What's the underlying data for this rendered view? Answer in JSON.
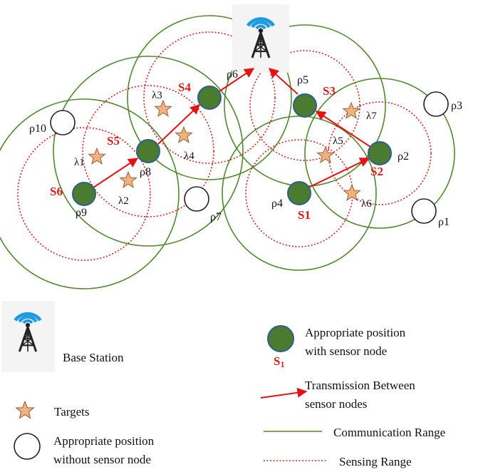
{
  "colors": {
    "comm_range": "#4e8a2e",
    "sense_range": "#d42020",
    "sensor_fill": "#4a7b2e",
    "sensor_stroke": "#2f5f8f",
    "arrow": "#e81010",
    "star_fill": "#f2b27f",
    "star_stroke": "#9a6a40",
    "signal": "#1e9be0",
    "label_red": "#e01b1b"
  },
  "icons": {
    "base_station": "antenna-tower-icon",
    "target": "star-icon",
    "empty_position": "empty-circle-icon",
    "sensor_node": "filled-circle-icon"
  },
  "sensors": [
    {
      "id": "S1",
      "sub": "1",
      "pos": "ρ4",
      "pos_sub": "4"
    },
    {
      "id": "S2",
      "sub": "2",
      "pos": "ρ2",
      "pos_sub": "2"
    },
    {
      "id": "S3",
      "sub": "3",
      "pos": "ρ5",
      "pos_sub": "5"
    },
    {
      "id": "S4",
      "sub": "4",
      "pos": "ρ6",
      "pos_sub": "6"
    },
    {
      "id": "S5",
      "sub": "5",
      "pos": "ρ8",
      "pos_sub": "8"
    },
    {
      "id": "S6",
      "sub": "6",
      "pos": "ρ9",
      "pos_sub": "9"
    }
  ],
  "empty_positions": [
    {
      "label": "ρ1",
      "sub": "1"
    },
    {
      "label": "ρ3",
      "sub": "3"
    },
    {
      "label": "ρ7",
      "sub": "7"
    },
    {
      "label": "ρ10",
      "sub": "10"
    }
  ],
  "targets": [
    {
      "label": "λ1",
      "sub": "1"
    },
    {
      "label": "λ2",
      "sub": "2"
    },
    {
      "label": "λ3",
      "sub": "3"
    },
    {
      "label": "λ4",
      "sub": "4"
    },
    {
      "label": "λ5",
      "sub": "5"
    },
    {
      "label": "λ6",
      "sub": "6"
    },
    {
      "label": "λ7",
      "sub": "7"
    }
  ],
  "legend": {
    "base_station": "Base Station",
    "targets": "Targets",
    "empty_line1": "Appropriate position",
    "empty_line2": "without sensor node",
    "sensor_line1": "Appropriate position",
    "sensor_line2": "with sensor node",
    "sensor_label": "S",
    "sensor_label_sub": "1",
    "transmission_line1": "Transmission Between",
    "transmission_line2": "sensor nodes",
    "comm_range": "Communication Range",
    "sense_range": "Sensing Range"
  }
}
